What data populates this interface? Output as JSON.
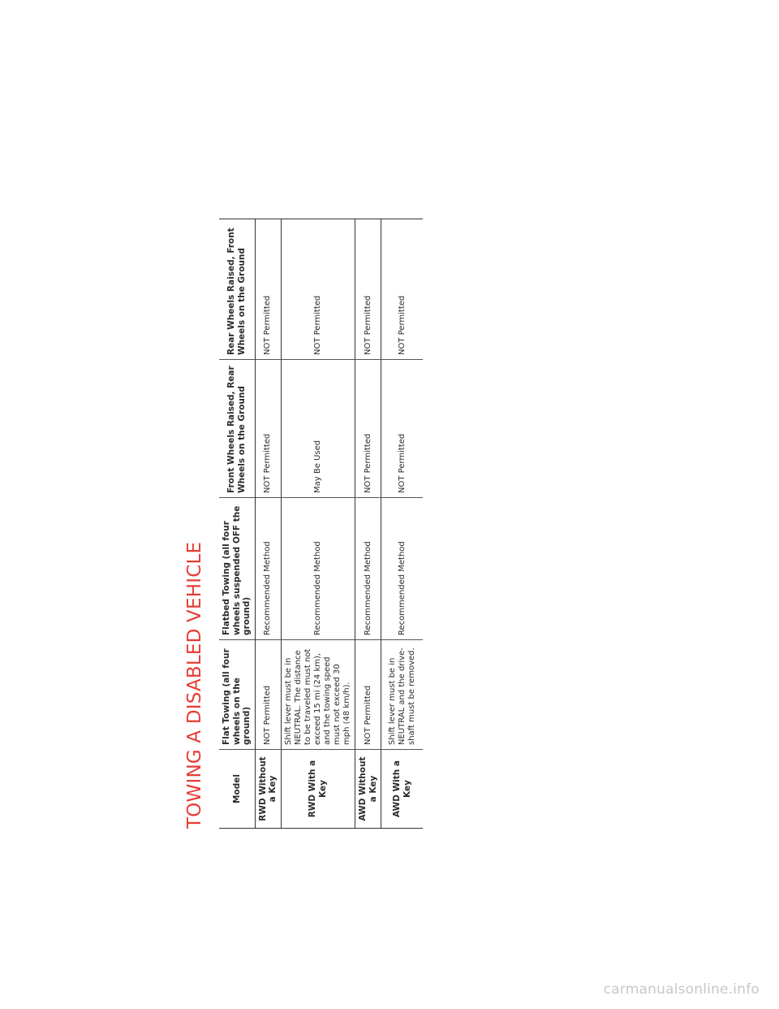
{
  "page": {
    "title": "TOWING A DISABLED VEHICLE",
    "accent_color": "#e63d35",
    "watermark": "carmanualsonline.info"
  },
  "table": {
    "headers": [
      "Model",
      "Flat Towing (all four wheels on the ground)",
      "Flatbed Towing (all four wheels suspended OFF the ground)",
      "Front Wheels Raised, Rear Wheels on the Ground",
      "Rear Wheels Raised, Front Wheels on the Ground"
    ],
    "rows": [
      {
        "model": "RWD Without a Key",
        "cells": [
          "NOT Permitted",
          "Recommended Method",
          "NOT Permitted",
          "NOT Permitted"
        ]
      },
      {
        "model": "RWD With a Key",
        "cells": [
          "Shift lever must be in NEUTRAL. The distance to be traveled must not exceed 15 mi (24 km), and the towing speed must not exceed 30 mph (48 km/h).",
          "Recommended Method",
          "May Be Used",
          "NOT Permitted"
        ]
      },
      {
        "model": "AWD Without a Key",
        "cells": [
          "NOT Permitted",
          "Recommended Method",
          "NOT Permitted",
          "NOT Permitted"
        ]
      },
      {
        "model": "AWD With a Key",
        "cells": [
          "Shift lever must be in NEUTRAL and the drive-shaft must be removed.",
          "Recommended Method",
          "NOT Permitted",
          "NOT Permitted"
        ]
      }
    ]
  }
}
